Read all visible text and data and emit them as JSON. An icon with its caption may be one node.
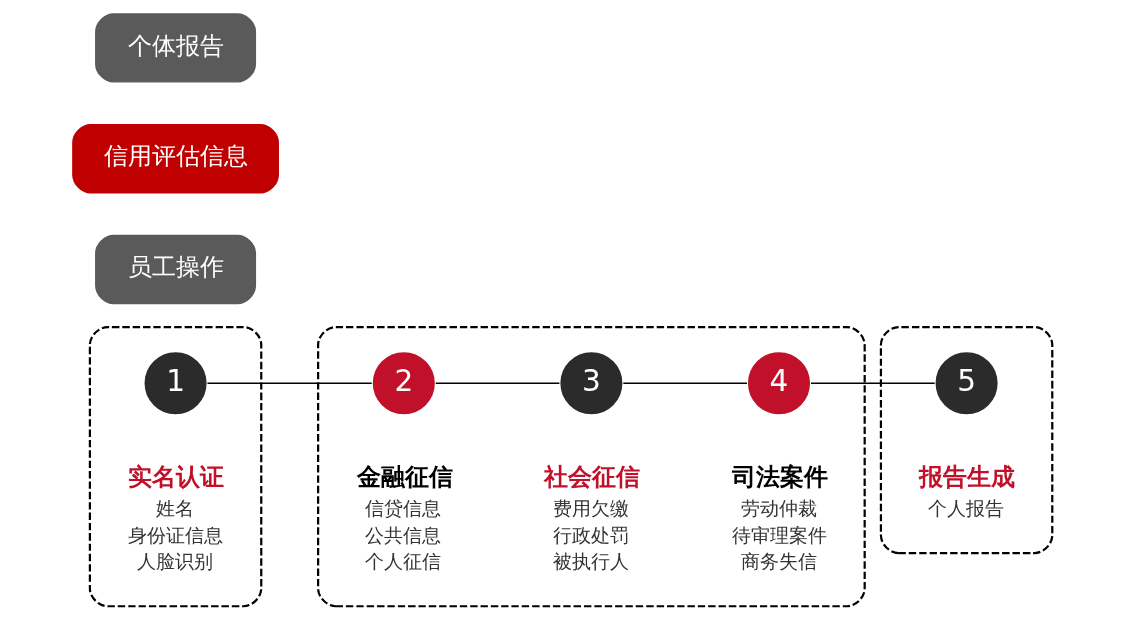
{
  "diagram": {
    "nodes": [
      {
        "text": [],
        "shape": "box"
      },
      {
        "text": [
          "1"
        ],
        "in": 0,
        "beside": [
          "实名认证",
          "姓名",
          "身份证信息",
          "人脸识别"
        ]
      },
      {
        "text": [],
        "shape": "box"
      },
      {
        "text": [
          "2"
        ],
        "in": 2,
        "beside": [
          "金融征信",
          "信贷信息",
          "公共信息",
          "个人征信"
        ]
      },
      {
        "text": [
          "3"
        ],
        "in": 2,
        "beside": [
          "社会征信",
          "费用欠缴",
          "行政处罚",
          "被执行人"
        ]
      },
      {
        "text": [
          "4"
        ],
        "in": 2,
        "beside": [
          "司法案件",
          "劳动仲裁",
          "待审理案件",
          "商务失信"
        ]
      },
      {
        "text": [],
        "shape": "box"
      },
      {
        "text": [
          "5"
        ],
        "in": 6,
        "beside": [
          "报告生成",
          "个人报告"
        ]
      },
      {
        "text": [
          "员工操作"
        ]
      },
      {
        "text": [
          "信用评估信息"
        ]
      },
      {
        "text": [
          "个体报告"
        ]
      }
    ],
    "edges": [
      {
        "from": 1,
        "to": 3,
        "arrow": "none"
      },
      {
        "from": 3,
        "to": 4,
        "arrow": "none"
      },
      {
        "from": 4,
        "to": 5,
        "arrow": "none"
      },
      {
        "from": 5,
        "to": 7,
        "arrow": "none"
      }
    ]
  }
}
